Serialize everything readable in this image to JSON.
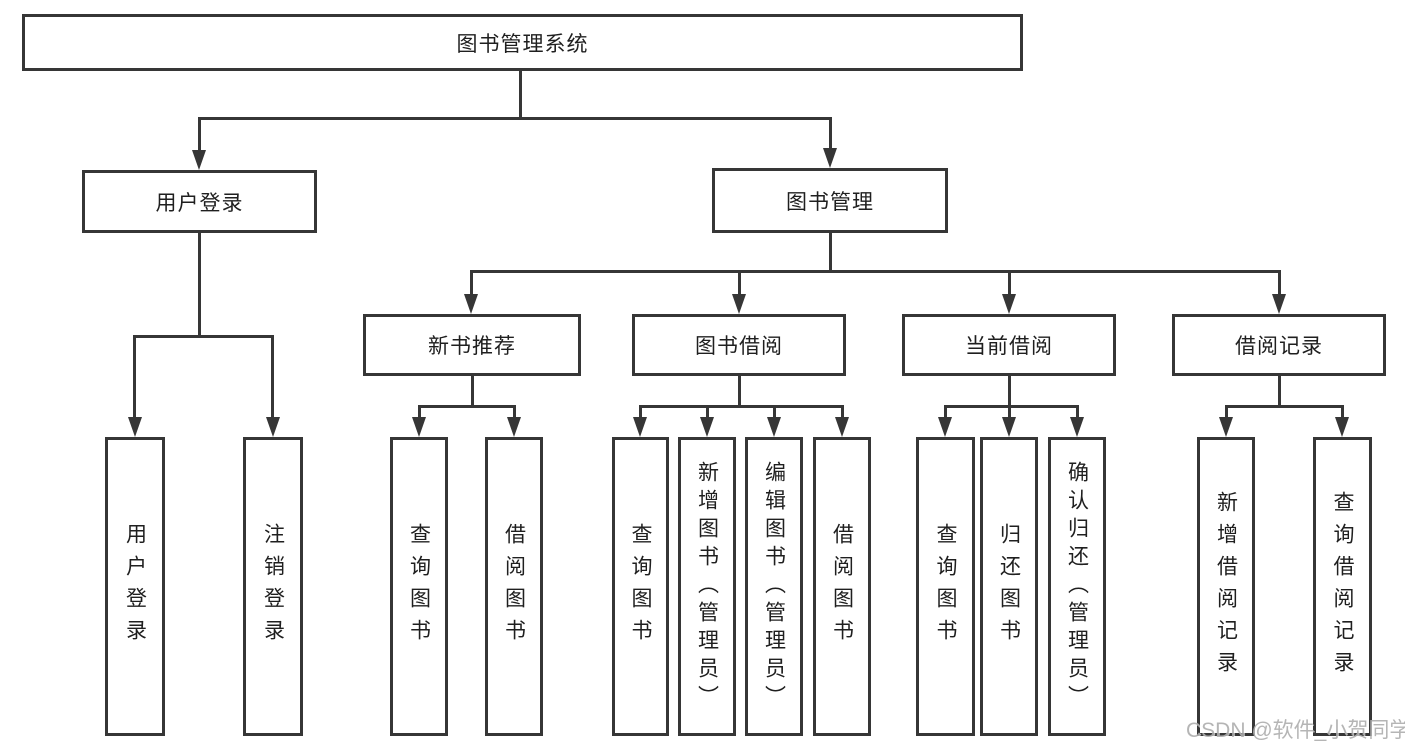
{
  "nodes": {
    "root": "图书管理系统",
    "branches": [
      {
        "label": "用户登录",
        "children": [
          "用户登录",
          "注销登录"
        ]
      },
      {
        "label": "图书管理",
        "sections": [
          {
            "label": "新书推荐",
            "children": [
              "查询图书",
              "借阅图书"
            ]
          },
          {
            "label": "图书借阅",
            "children": [
              "查询图书",
              "新增图书（管理员）",
              "编辑图书（管理员）",
              "借阅图书"
            ]
          },
          {
            "label": "当前借阅",
            "children": [
              "查询图书",
              "归还图书",
              "确认归还（管理员）"
            ]
          },
          {
            "label": "借阅记录",
            "children": [
              "新增借阅记录",
              "查询借阅记录"
            ]
          }
        ]
      }
    ]
  },
  "watermark": "CSDN @软件_小贺同学",
  "colors": {
    "line": "#363636",
    "text": "#1f1f1f",
    "watermark": "#aeaeae",
    "background": "#ffffff"
  }
}
